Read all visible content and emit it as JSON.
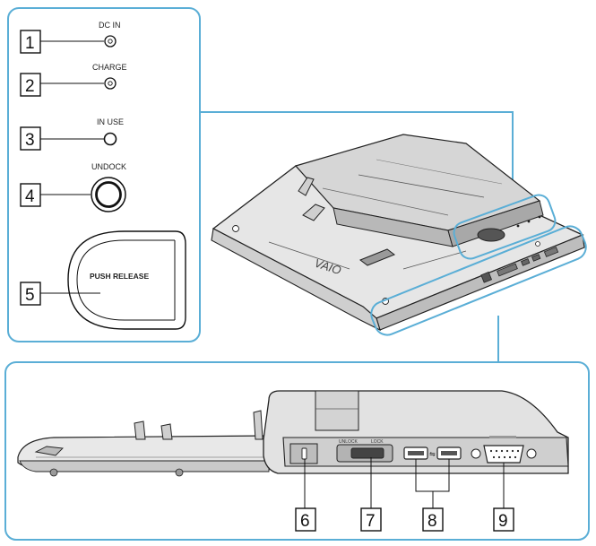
{
  "labels": {
    "dc_in": "DC IN",
    "charge": "CHARGE",
    "in_use": "IN USE",
    "undock": "UNDOCK",
    "push_release": "PUSH RELEASE",
    "unlock": "UNLOCK",
    "lock": "LOCK"
  },
  "brand": "VAIO",
  "callouts": {
    "c1": "1",
    "c2": "2",
    "c3": "3",
    "c4": "4",
    "c5": "5",
    "c6": "6",
    "c7": "7",
    "c8": "8",
    "c9": "9"
  },
  "colors": {
    "frame": "#5aaed6",
    "line": "#1a1a1a",
    "body_light": "#e4e4e4",
    "body_mid": "#c7c7c7",
    "body_dark": "#8a8a8a"
  }
}
